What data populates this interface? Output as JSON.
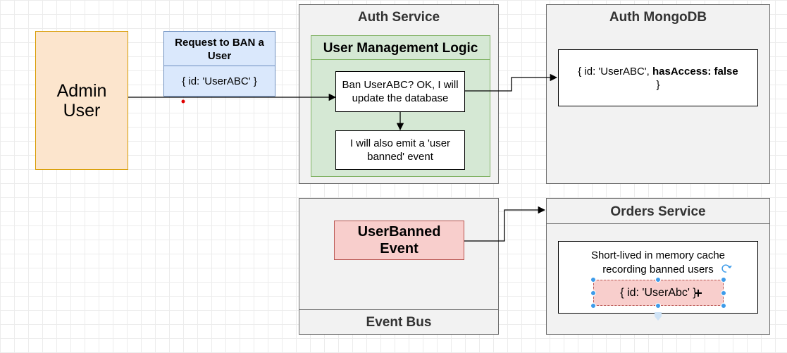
{
  "admin": {
    "label_line1": "Admin",
    "label_line2": "User"
  },
  "request": {
    "title": "Request to BAN a User",
    "body": "{ id: 'UserABC' }"
  },
  "auth_service": {
    "title": "Auth Service",
    "logic_title": "User Management Logic",
    "ban_step": "Ban UserABC?  OK, I will update the database",
    "emit_step": "I will also emit a 'user banned' event"
  },
  "mongodb": {
    "title": "Auth MongoDB",
    "record_prefix": "{ id: 'UserABC', ",
    "record_bold": "hasAccess: false",
    "record_suffix": "}"
  },
  "event_bus": {
    "title": "Event Bus",
    "event_label": "UserBanned Event"
  },
  "orders_service": {
    "title": "Orders Service",
    "cache_text": "Short-lived in memory cache recording banned users",
    "cache_entry": "{ id: 'UserAbc' }"
  },
  "colors": {
    "admin_fill": "#fce5cd",
    "admin_border": "#d79b00",
    "request_fill": "#dae8fc",
    "request_border": "#6c8ebf",
    "logic_fill": "#d5e8d4",
    "logic_border": "#82b366",
    "event_fill": "#f8cecc",
    "event_border": "#b85450",
    "container_fill": "#f2f2f2",
    "selection": "#3d9be9"
  }
}
